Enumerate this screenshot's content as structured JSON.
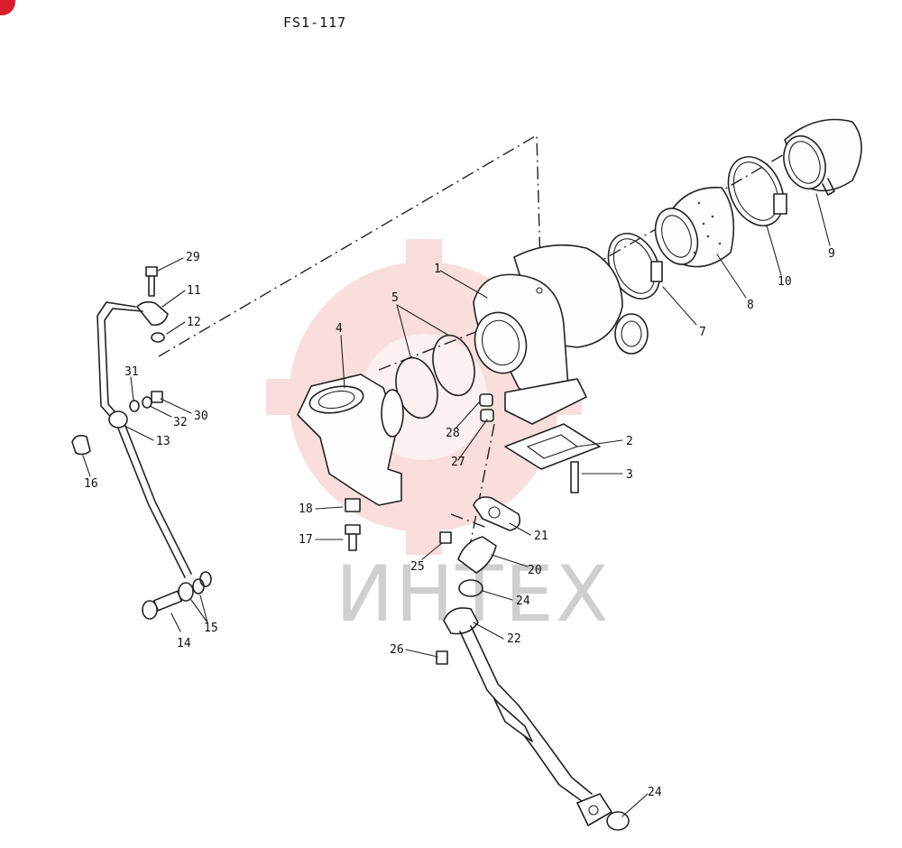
{
  "header": {
    "code": "FS1-117"
  },
  "watermark": {
    "text": "ИНТЕХ",
    "color": "#e03030"
  },
  "badge": {
    "color": "#d81e2c"
  },
  "callouts": [
    {
      "id": "c1",
      "label": "1"
    },
    {
      "id": "c2",
      "label": "2"
    },
    {
      "id": "c3",
      "label": "3"
    },
    {
      "id": "c4",
      "label": "4"
    },
    {
      "id": "c5",
      "label": "5"
    },
    {
      "id": "c7",
      "label": "7"
    },
    {
      "id": "c8",
      "label": "8"
    },
    {
      "id": "c9",
      "label": "9"
    },
    {
      "id": "c10",
      "label": "10"
    },
    {
      "id": "c11",
      "label": "11"
    },
    {
      "id": "c12",
      "label": "12"
    },
    {
      "id": "c13",
      "label": "13"
    },
    {
      "id": "c14",
      "label": "14"
    },
    {
      "id": "c15",
      "label": "15"
    },
    {
      "id": "c16",
      "label": "16"
    },
    {
      "id": "c17",
      "label": "17"
    },
    {
      "id": "c18",
      "label": "18"
    },
    {
      "id": "c20",
      "label": "20"
    },
    {
      "id": "c21",
      "label": "21"
    },
    {
      "id": "c22",
      "label": "22"
    },
    {
      "id": "c24a",
      "label": "24"
    },
    {
      "id": "c24b",
      "label": "24"
    },
    {
      "id": "c25",
      "label": "25"
    },
    {
      "id": "c26",
      "label": "26"
    },
    {
      "id": "c27",
      "label": "27"
    },
    {
      "id": "c28",
      "label": "28"
    },
    {
      "id": "c29",
      "label": "29"
    },
    {
      "id": "c30",
      "label": "30"
    },
    {
      "id": "c31",
      "label": "31"
    },
    {
      "id": "c32",
      "label": "32"
    }
  ]
}
